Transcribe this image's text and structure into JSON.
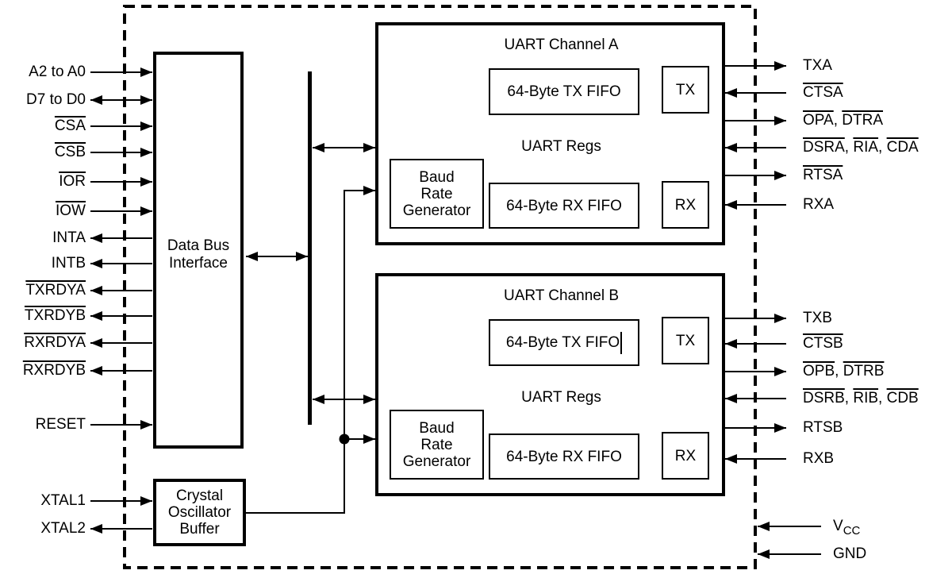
{
  "blocks": {
    "data_bus_interface": {
      "label": "Data Bus\nInterface"
    },
    "crystal_oscillator_buffer": {
      "label": "Crystal\nOscillator\nBuffer"
    },
    "uart_a": {
      "title": "UART Channel A",
      "tx_fifo_label": "64-Byte TX FIFO",
      "tx_label": "TX",
      "regs_label": "UART Regs",
      "brg_label": "Baud\nRate\nGenerator",
      "rx_fifo_label": "64-Byte RX FIFO",
      "rx_label": "RX"
    },
    "uart_b": {
      "title": "UART Channel B",
      "tx_fifo_label": "64-Byte TX FIFO",
      "tx_label": "TX",
      "regs_label": "UART Regs",
      "brg_label": "Baud\nRate\nGenerator",
      "rx_fifo_label": "64-Byte RX FIFO",
      "rx_label": "RX"
    }
  },
  "pins": {
    "left": [
      {
        "id": "a2-to-a0",
        "label_parts": [
          {
            "text": "A2 to A0",
            "overline": false
          }
        ],
        "direction": "in"
      },
      {
        "id": "d7-to-d0",
        "label_parts": [
          {
            "text": "D7 to D0",
            "overline": false
          }
        ],
        "direction": "bidirectional"
      },
      {
        "id": "csa",
        "label_parts": [
          {
            "text": "CSA",
            "overline": true
          }
        ],
        "direction": "in"
      },
      {
        "id": "csb",
        "label_parts": [
          {
            "text": "CSB",
            "overline": true
          }
        ],
        "direction": "in"
      },
      {
        "id": "ior",
        "label_parts": [
          {
            "text": "IOR",
            "overline": true
          }
        ],
        "direction": "in"
      },
      {
        "id": "iow",
        "label_parts": [
          {
            "text": "IOW",
            "overline": true
          }
        ],
        "direction": "in"
      },
      {
        "id": "inta",
        "label_parts": [
          {
            "text": "INTA",
            "overline": false
          }
        ],
        "direction": "out"
      },
      {
        "id": "intb",
        "label_parts": [
          {
            "text": "INTB",
            "overline": false
          }
        ],
        "direction": "out"
      },
      {
        "id": "txrdya",
        "label_parts": [
          {
            "text": "TXRDYA",
            "overline": true
          }
        ],
        "direction": "out"
      },
      {
        "id": "txrdyb",
        "label_parts": [
          {
            "text": "TXRDYB",
            "overline": true
          }
        ],
        "direction": "out"
      },
      {
        "id": "rxrdya",
        "label_parts": [
          {
            "text": "RXRDYA",
            "overline": true
          }
        ],
        "direction": "out"
      },
      {
        "id": "rxrdyb",
        "label_parts": [
          {
            "text": "RXRDYB",
            "overline": true
          }
        ],
        "direction": "out"
      },
      {
        "id": "reset",
        "label_parts": [
          {
            "text": "RESET",
            "overline": false
          }
        ],
        "direction": "in"
      },
      {
        "id": "xtal1",
        "label_parts": [
          {
            "text": "XTAL1",
            "overline": false
          }
        ],
        "direction": "in"
      },
      {
        "id": "xtal2",
        "label_parts": [
          {
            "text": "XTAL2",
            "overline": false
          }
        ],
        "direction": "out"
      }
    ],
    "right_channel_a": [
      {
        "id": "txa",
        "label_parts": [
          {
            "text": "TXA",
            "overline": false
          }
        ],
        "direction": "out"
      },
      {
        "id": "ctsa",
        "label_parts": [
          {
            "text": "CTSA",
            "overline": true
          }
        ],
        "direction": "in"
      },
      {
        "id": "opa-dtra",
        "separator": ", ",
        "label_parts": [
          {
            "text": "OPA",
            "overline": true
          },
          {
            "text": "DTRA",
            "overline": true
          }
        ],
        "direction": "out"
      },
      {
        "id": "dsra-ria-cda",
        "separator": ", ",
        "label_parts": [
          {
            "text": "DSRA",
            "overline": true
          },
          {
            "text": "RIA",
            "overline": true
          },
          {
            "text": "CDA",
            "overline": true
          }
        ],
        "direction": "in"
      },
      {
        "id": "rtsa",
        "label_parts": [
          {
            "text": "RTSA",
            "overline": true
          }
        ],
        "direction": "out"
      },
      {
        "id": "rxa",
        "label_parts": [
          {
            "text": "RXA",
            "overline": false
          }
        ],
        "direction": "in"
      }
    ],
    "right_channel_b": [
      {
        "id": "txb",
        "label_parts": [
          {
            "text": "TXB",
            "overline": false
          }
        ],
        "direction": "out"
      },
      {
        "id": "ctsb",
        "label_parts": [
          {
            "text": "CTSB",
            "overline": true
          }
        ],
        "direction": "in"
      },
      {
        "id": "opb-dtrb",
        "separator": ", ",
        "label_parts": [
          {
            "text": "OPB",
            "overline": true
          },
          {
            "text": "DTRB",
            "overline": true
          }
        ],
        "direction": "out"
      },
      {
        "id": "dsrb-rib-cdb",
        "separator": ", ",
        "label_parts": [
          {
            "text": "DSRB",
            "overline": true
          },
          {
            "text": "RIB",
            "overline": true
          },
          {
            "text": "CDB",
            "overline": true
          }
        ],
        "direction": "in"
      },
      {
        "id": "rtsb",
        "label_parts": [
          {
            "text": "RTSB",
            "overline": false
          }
        ],
        "direction": "out"
      },
      {
        "id": "rxb",
        "label_parts": [
          {
            "text": "RXB",
            "overline": false
          }
        ],
        "direction": "in"
      }
    ],
    "power": [
      {
        "id": "vcc",
        "label_parts": [
          {
            "text": "V",
            "overline": false
          }
        ],
        "subscript": "CC",
        "direction": "in"
      },
      {
        "id": "gnd",
        "label_parts": [
          {
            "text": "GND",
            "overline": false
          }
        ],
        "direction": "in"
      }
    ]
  },
  "colors": {
    "line": "#000000",
    "background": "#ffffff"
  }
}
